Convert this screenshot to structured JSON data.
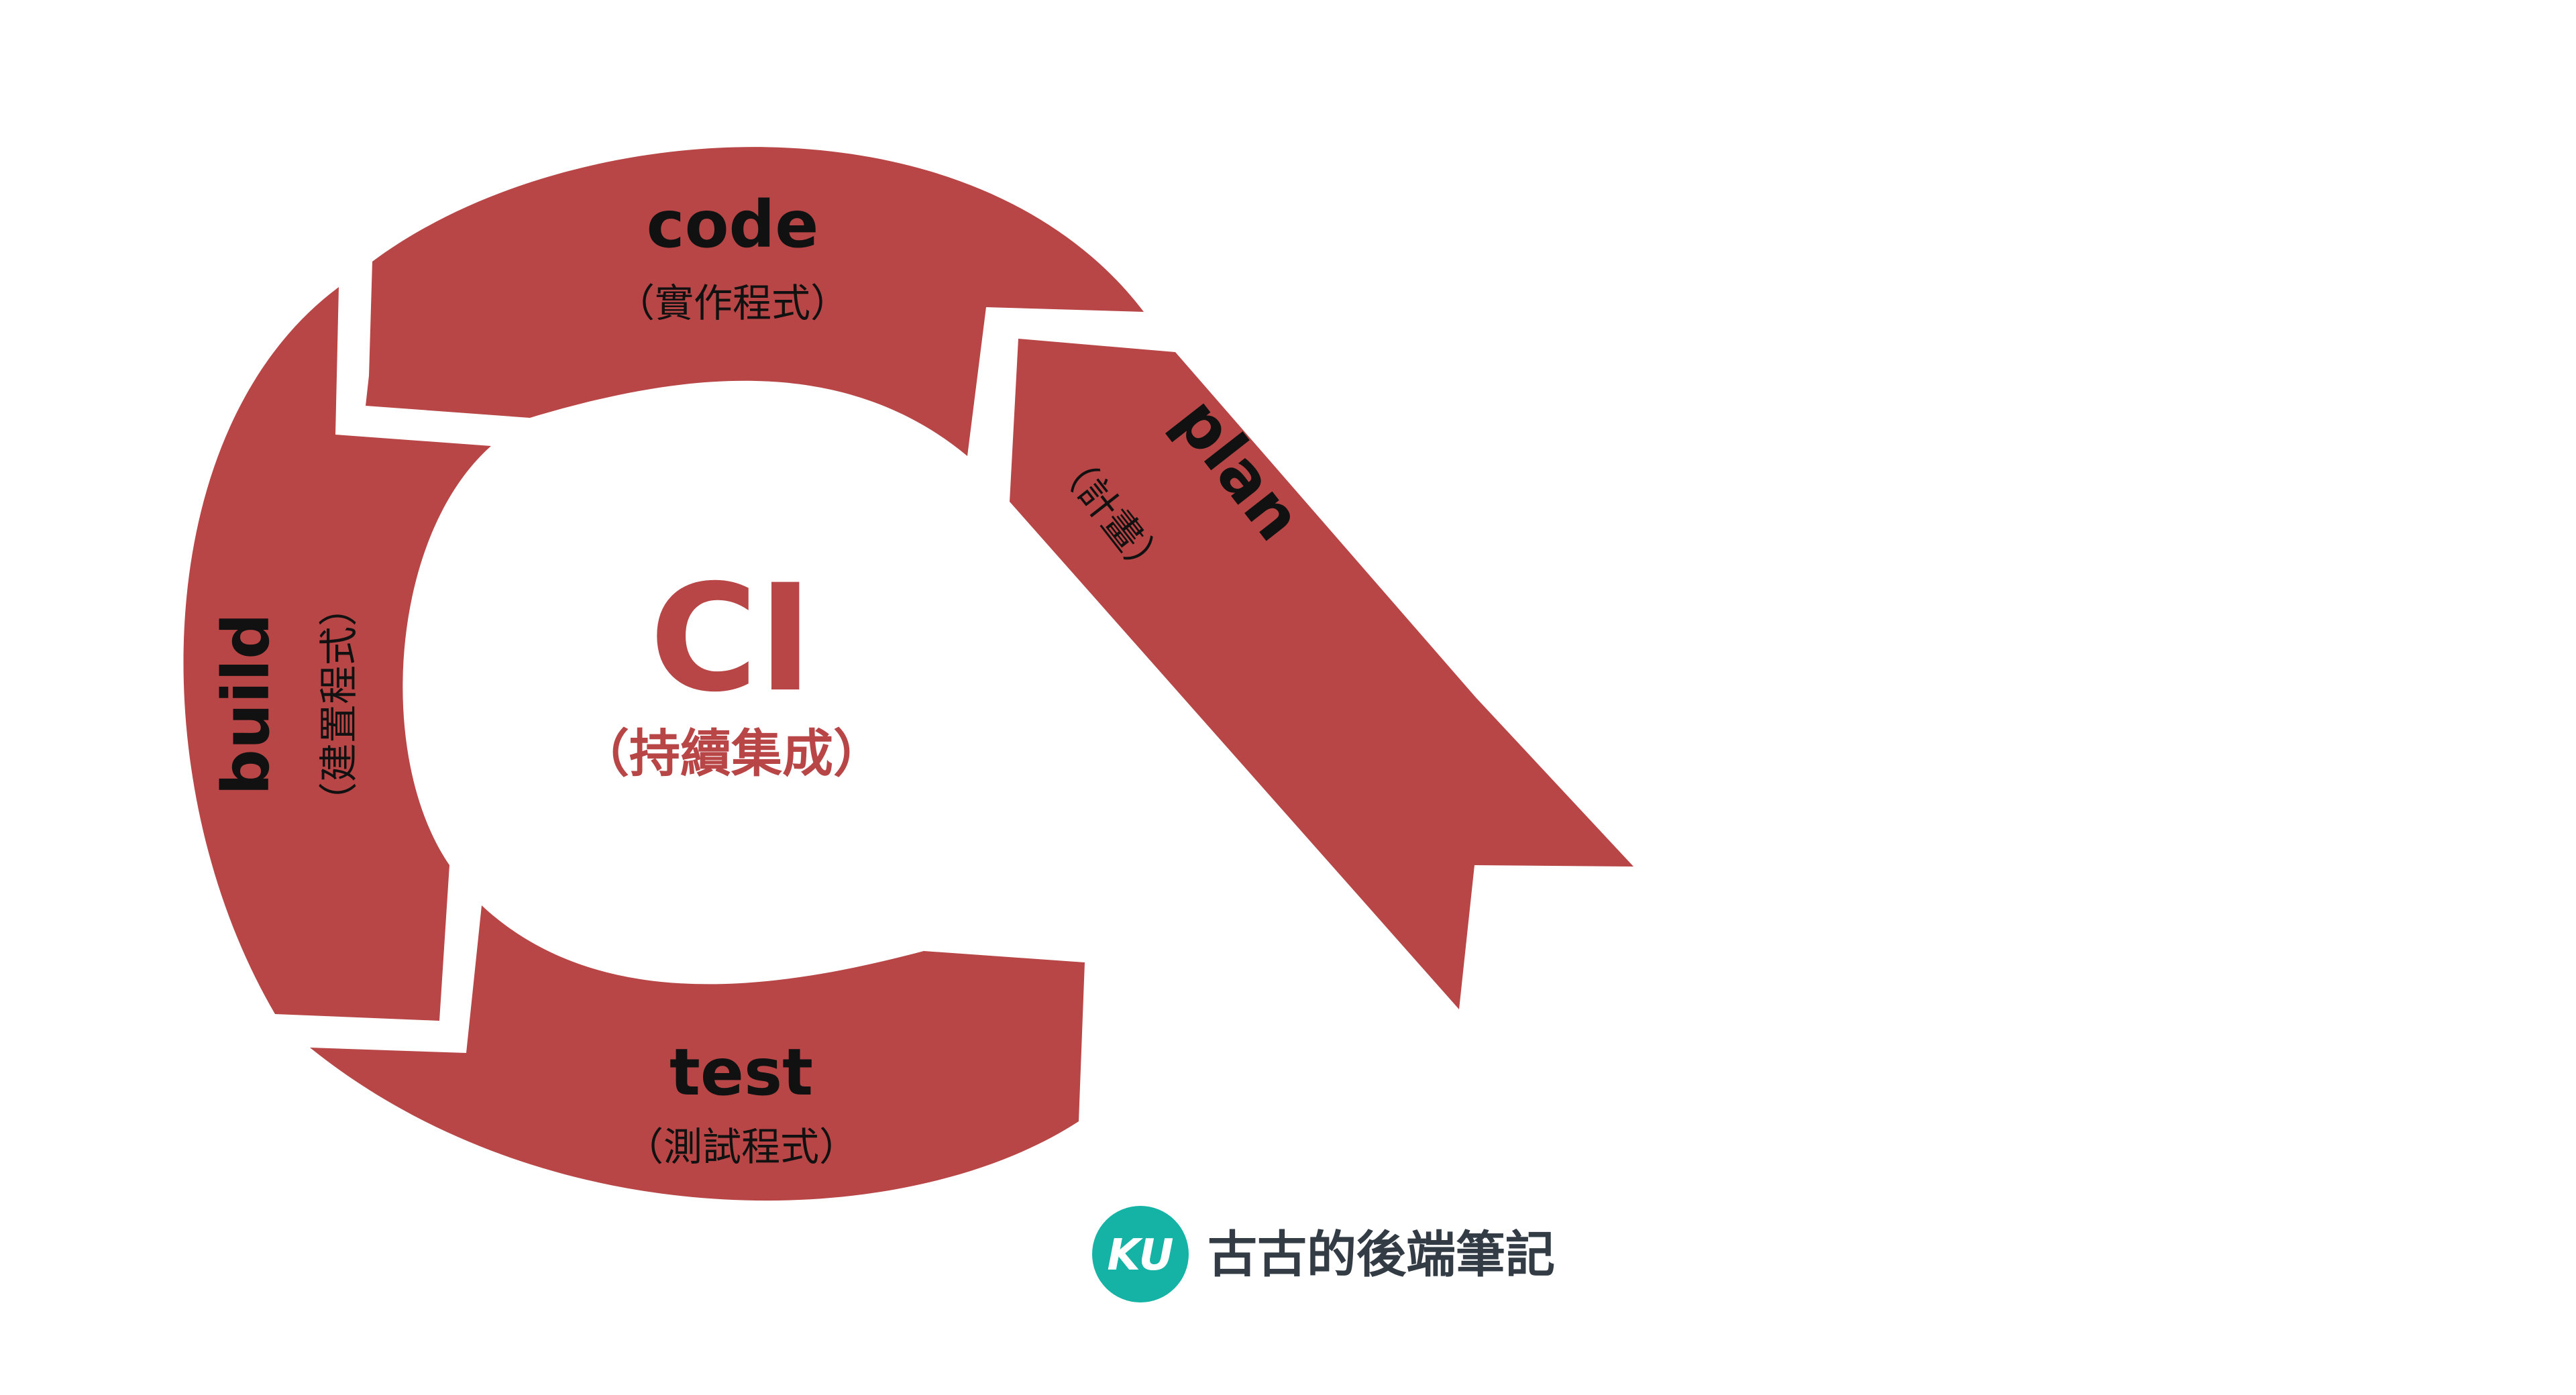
{
  "diagram": {
    "center": {
      "title": "CI",
      "subtitle": "（持續集成）"
    },
    "stages": {
      "code": {
        "label": "code",
        "sub": "（實作程式）"
      },
      "plan": {
        "label": "plan",
        "sub": "（計畫）"
      },
      "build": {
        "label": "build",
        "sub": "（建置程式）"
      },
      "test": {
        "label": "test",
        "sub": "（測試程式）"
      }
    }
  },
  "brand": {
    "mark": "KU",
    "name": "古古的後端筆記"
  },
  "colors": {
    "segment": "#b84646",
    "center_text": "#b84646",
    "logo_circle": "#14b3a6",
    "logo_text": "#333c45",
    "stage_text": "#111111"
  }
}
